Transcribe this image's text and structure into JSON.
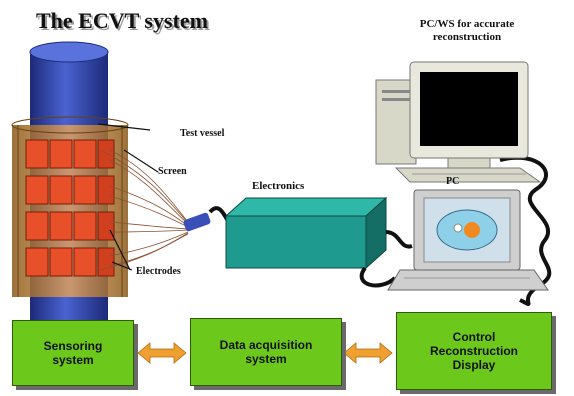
{
  "title": "The ECVT system",
  "pc_ws_label": "PC/WS for accurate reconstruction",
  "labels": {
    "test_vessel": "Test vessel",
    "screen": "Screen",
    "electronics": "Electronics",
    "pc": "PC",
    "electrodes": "Electrodes"
  },
  "blocks": {
    "sensoring": "Sensoring\nsystem",
    "daq": "Data acquisition\nsystem",
    "control": "Control\nReconstruction\nDisplay"
  },
  "colors": {
    "block_fill": "#6cc81a",
    "arrow": "#f0a030",
    "vessel": "#3a4fb8",
    "electrode": "#e8502a",
    "electronics_box": "#1e9a8e"
  }
}
